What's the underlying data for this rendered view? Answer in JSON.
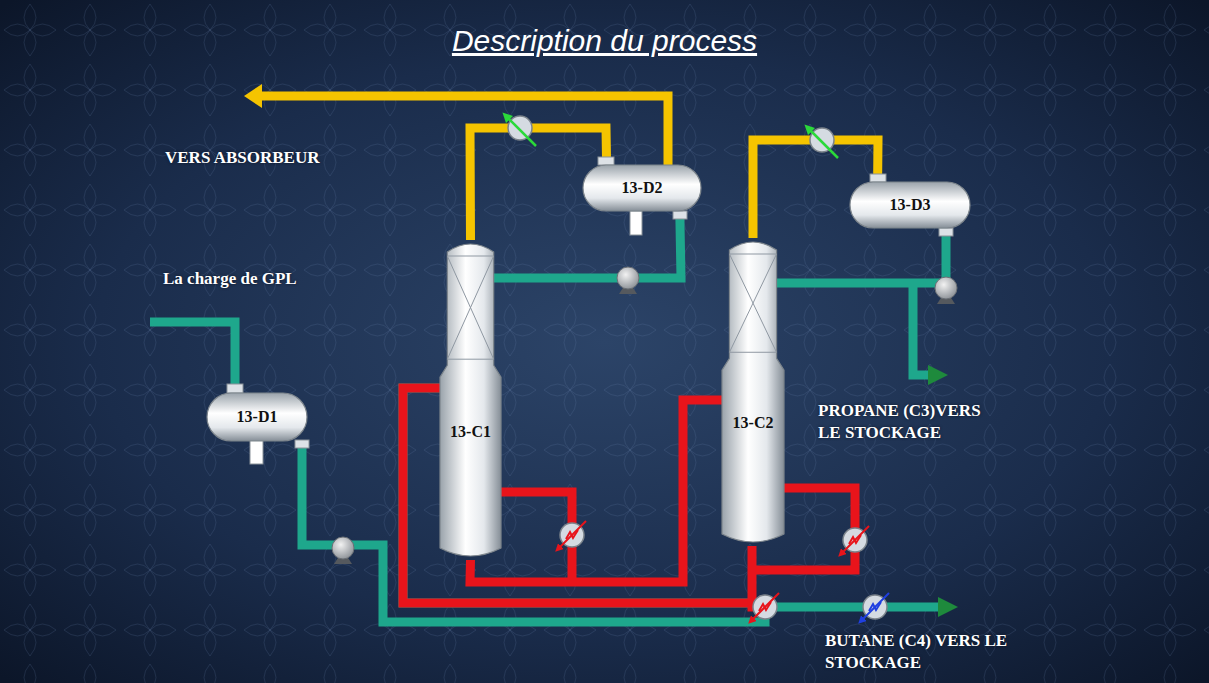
{
  "diagram": {
    "title": "Description du process",
    "nodes": [
      {
        "text": [
          "13-D1"
        ]
      },
      {
        "text": [
          "13-C1"
        ]
      },
      {
        "text": [
          "13-D2"
        ]
      },
      {
        "text": [
          "13-C2"
        ]
      },
      {
        "text": [
          "13-D3"
        ]
      }
    ],
    "edges": [
      {
        "from": 0,
        "to": 1,
        "arrow": "none"
      },
      {
        "from": 1,
        "to": 2,
        "arrow": "none"
      },
      {
        "from": 2,
        "to": 1,
        "arrow": "none"
      },
      {
        "from": 1,
        "to": 3,
        "arrow": "none"
      },
      {
        "from": 3,
        "to": 4,
        "arrow": "none"
      },
      {
        "from": 4,
        "to": 3,
        "arrow": "none"
      }
    ],
    "labels": [
      "VERS ABSORBEUR",
      "La charge de GPL",
      "PROPANE (C3)VERS LE STOCKAGE",
      "BUTANE (C4) VERS LE STOCKAGE"
    ]
  }
}
